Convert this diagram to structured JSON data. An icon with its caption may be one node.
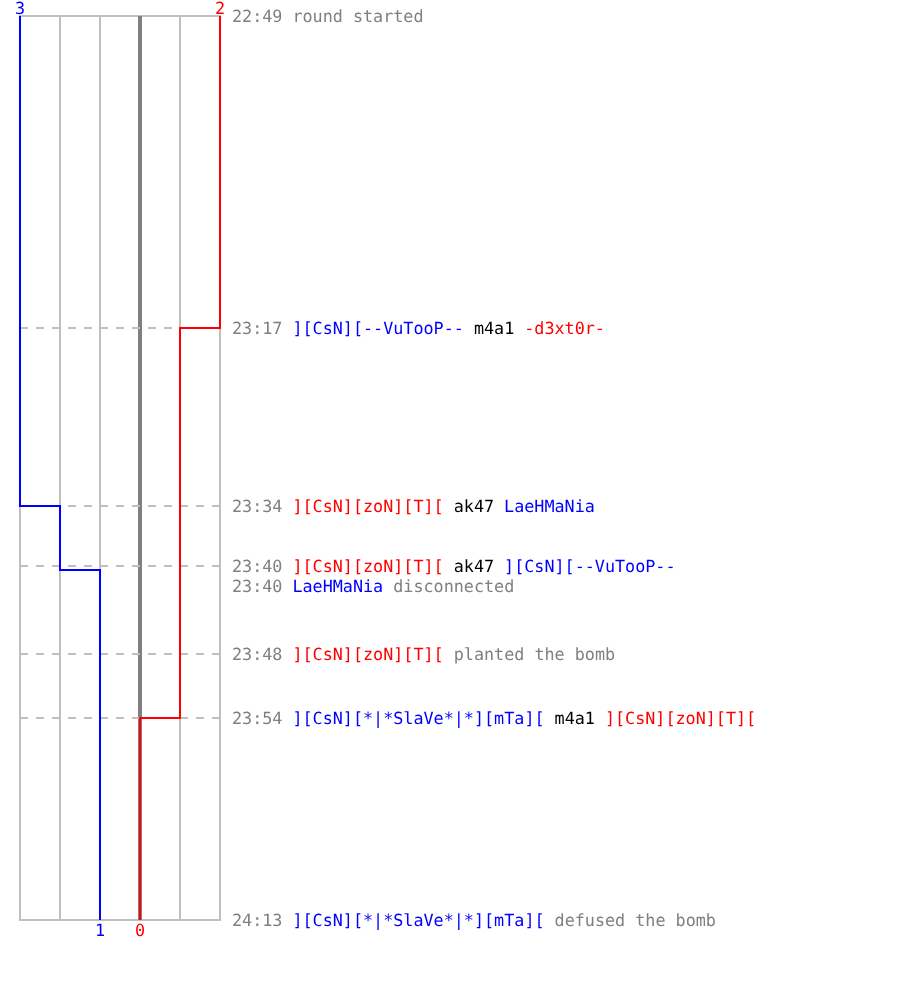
{
  "diagram": {
    "labels": [
      "3",
      "2",
      "22:49",
      "round started",
      "23:17",
      "][CsN][--VuTooP--",
      "m4a1",
      "-d3xt0r-",
      "23:34",
      "][CsN][zoN][T][",
      "ak47",
      "LaeHMaNia",
      "23:40",
      "][CsN][zoN][T][",
      "ak47",
      "][CsN][--VuTooP--",
      "23:40",
      "LaeHMaNia",
      "disconnected",
      "23:48",
      "][CsN][zoN][T][",
      "planted the bomb",
      "23:54",
      "][CsN][*|*SlaVe*|*][mTa][",
      "m4a1",
      "][CsN][zoN][T][",
      "24:13",
      "][CsN][*|*SlaVe*|*][mTa][",
      "defused the bomb",
      "1",
      "0"
    ]
  }
}
